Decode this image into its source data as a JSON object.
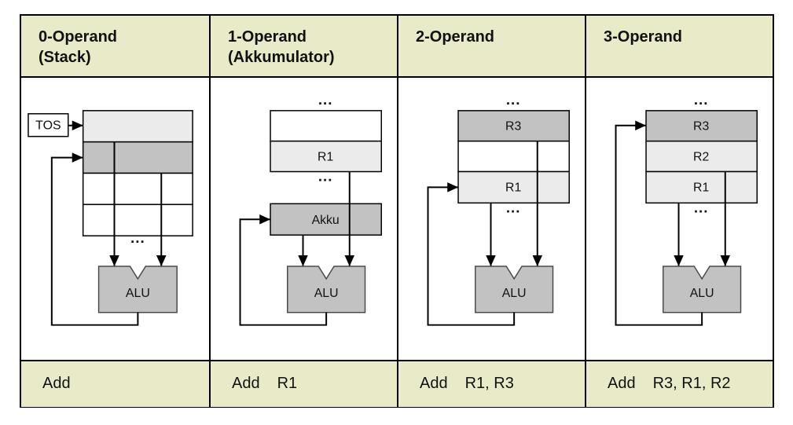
{
  "colors": {
    "header_bg": "#e9ebc8",
    "cell_dark": "#c2c2c2",
    "cell_light": "#ebebeb",
    "cell_white": "#ffffff",
    "alu_fill": "#c2c2c2"
  },
  "columns": [
    {
      "header": {
        "line1": "0-Operand",
        "line2": "(Stack)"
      },
      "diagram": {
        "tos": "TOS",
        "dots_bottom": "...",
        "alu": "ALU"
      },
      "instruction": {
        "mnemonic": "Add",
        "operands": ""
      }
    },
    {
      "header": {
        "line1": "1-Operand",
        "line2": "(Akkumulator)"
      },
      "diagram": {
        "dots_top": "...",
        "reg_bottom": "R1",
        "dots_mid": "...",
        "akku": "Akku",
        "alu": "ALU"
      },
      "instruction": {
        "mnemonic": "Add",
        "operands": "R1"
      }
    },
    {
      "header": {
        "line1": "2-Operand",
        "line2": ""
      },
      "diagram": {
        "dots_top": "...",
        "reg_top": "R3",
        "reg_bottom": "R1",
        "dots_bottom": "...",
        "alu": "ALU"
      },
      "instruction": {
        "mnemonic": "Add",
        "operands": "R1, R3"
      }
    },
    {
      "header": {
        "line1": "3-Operand",
        "line2": ""
      },
      "diagram": {
        "dots_top": "...",
        "reg_top": "R3",
        "reg_mid": "R2",
        "reg_bottom": "R1",
        "dots_bottom": "...",
        "alu": "ALU"
      },
      "instruction": {
        "mnemonic": "Add",
        "operands": "R3, R1, R2"
      }
    }
  ]
}
